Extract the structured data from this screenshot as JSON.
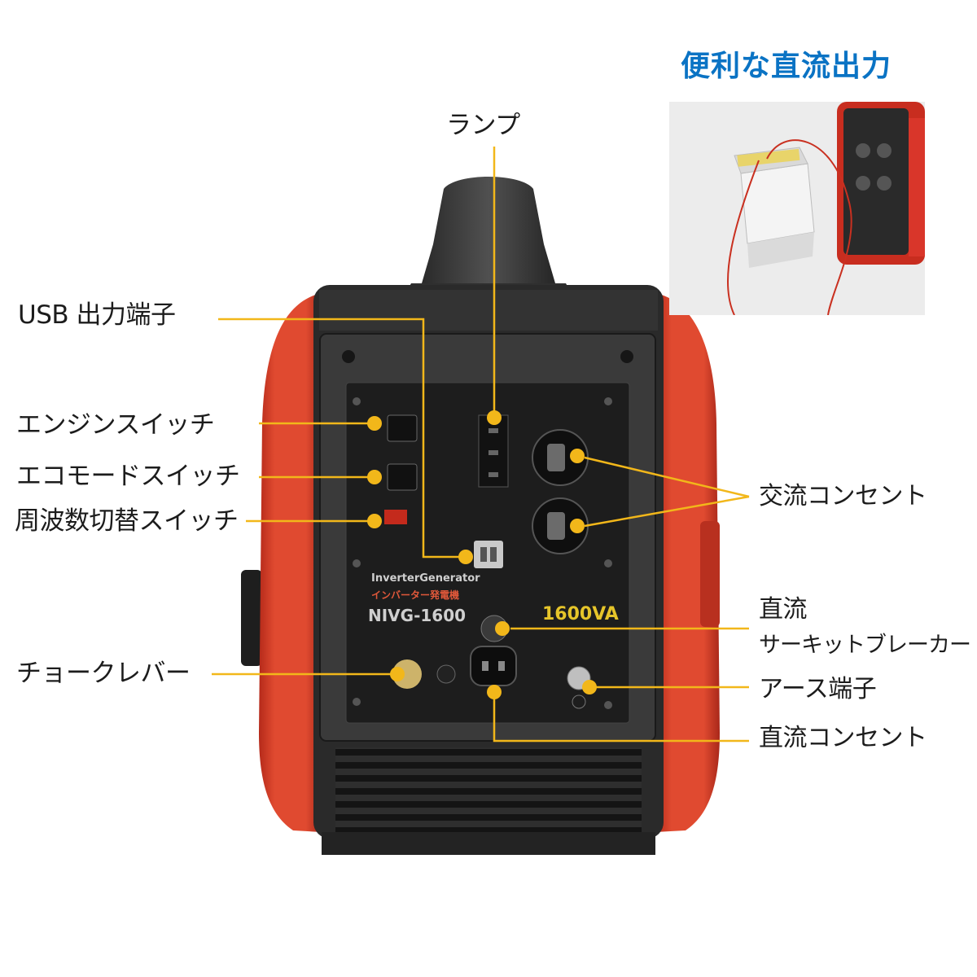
{
  "inset": {
    "title": "便利な直流出力"
  },
  "labels": {
    "lamp": "ランプ",
    "usb": "USB 出力端子",
    "engine_switch": "エンジンスイッチ",
    "eco_switch": "エコモードスイッチ",
    "freq_switch": "周波数切替スイッチ",
    "choke": "チョークレバー",
    "ac_outlet": "交流コンセント",
    "dc_breaker_1": "直流",
    "dc_breaker_2": "サーキットブレーカー",
    "earth": "アース端子",
    "dc_outlet": "直流コンセント"
  },
  "panel": {
    "brand": "InverterGenerator",
    "brand_jp": "インバーター発電機",
    "model": "NIVG-1600",
    "rating": "1600VA"
  },
  "colors": {
    "leader": "#f2b71a",
    "body_red": "#d63a25",
    "panel_dark": "#2b2b2b",
    "accent_blue": "#0a73c4",
    "rating_yellow": "#e6c52a"
  }
}
